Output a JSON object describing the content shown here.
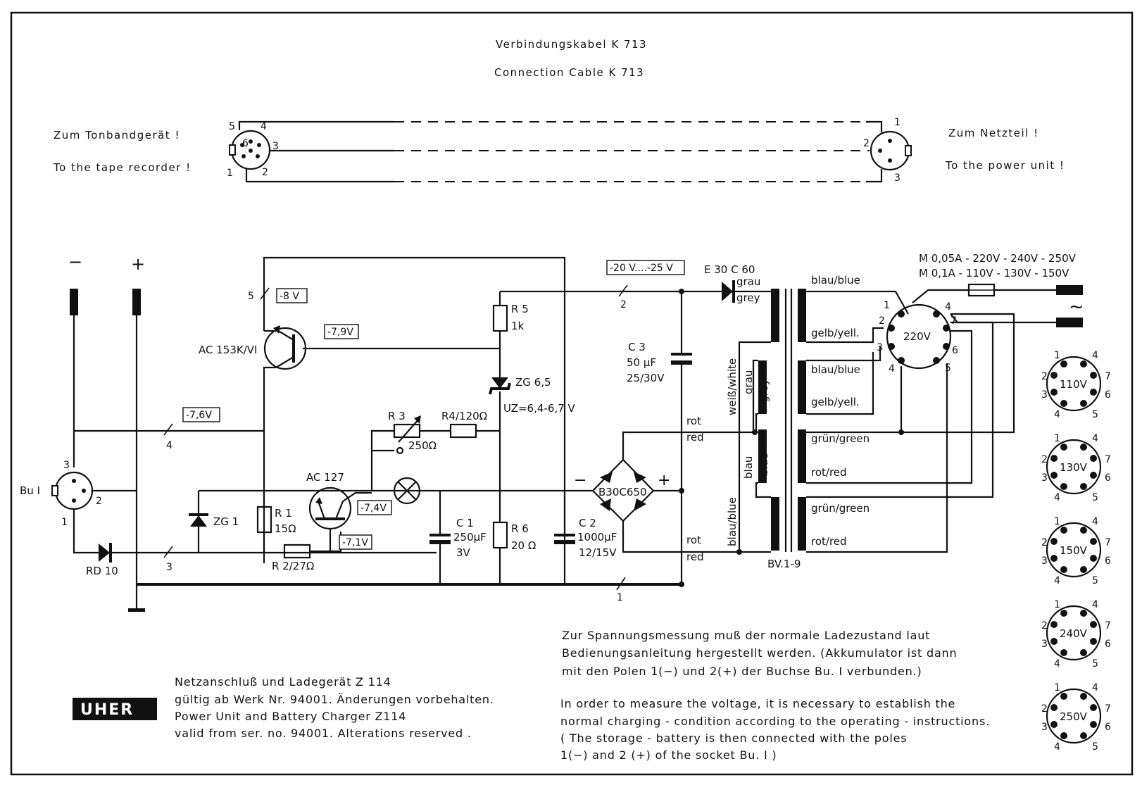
{
  "header": {
    "title_de": "Verbindungskabel  K 713",
    "title_en": "Connection Cable   K 713"
  },
  "cable": {
    "left_de": "Zum  Tonbandgerät !",
    "left_en": "To  the  tape  recorder !",
    "right_de": "Zum  Netzteil !",
    "right_en": "To  the  power  unit !",
    "left_pins": [
      "5",
      "4",
      "6",
      "3",
      "1",
      "2"
    ],
    "right_pins": [
      "1",
      "2",
      "3"
    ]
  },
  "rails": {
    "minus": "−",
    "plus": "+"
  },
  "components": {
    "bu1": "Bu I",
    "bu1_pins": [
      "3",
      "2",
      "1"
    ],
    "rd10": "RD 10",
    "zg1": "ZG 1",
    "r1": "R 1",
    "r1_val": "15Ω",
    "r2": "R 2/27Ω",
    "ac153": "AC 153K/VI",
    "ac127": "AC 127",
    "r3": "R 3",
    "r3_val": "250Ω",
    "r4": "R4/120Ω",
    "r5": "R 5",
    "r5_val": "1k",
    "zg65": "ZG 6,5",
    "uz": "UZ=6,4-6,7 V",
    "r6": "R 6",
    "r6_val": "20 Ω",
    "c1": "C 1",
    "c1_val": "250µF",
    "c1_v": "3V",
    "c2": "C 2",
    "c2_val": "1000µF",
    "c2_v": "12/15V",
    "c3": "C 3",
    "c3_val": "50 µF",
    "c3_v": "25/30V",
    "bridge": "B30C650",
    "bridge_minus": "−",
    "bridge_plus": "+",
    "e30": "E 30 C 60",
    "transformer": "BV.1-9",
    "node5": "5",
    "node4": "4",
    "node3": "3",
    "node2": "2",
    "node1": "1"
  },
  "voltages": {
    "v8": "-8 V",
    "v79": "-7,9V",
    "v76": "-7,6V",
    "v74": "-7,4V",
    "v71": "-7,1V",
    "v2025": "-20 V....-25 V"
  },
  "wires": {
    "grau": "grau",
    "grey": "grey",
    "blau_blue_top": "blau/blue",
    "gelb_yell_1": "gelb/yell.",
    "blau_blue_mid": "blau/blue",
    "gelb_yell_2": "gelb/yell.",
    "gruen_green_1": "grün/green",
    "rot_red_1": "rot/red",
    "gruen_green_2": "grün/green",
    "rot_red_2": "rot/red",
    "rot_1": "rot",
    "red_1": "red",
    "rot_2": "rot",
    "red_2": "red",
    "weiss_white": "weiß/white",
    "grau_v": "grau",
    "grey_v": "grey",
    "blau_v": "blau",
    "blue_v": "blue",
    "blau_blue_v": "blau/blue"
  },
  "fuse": {
    "line1": "M 0,05A - 220V - 240V - 250V",
    "line2": "M  0,1A  -  110V - 130V - 150V",
    "ac_symbol": "~"
  },
  "selector": {
    "main": "220V",
    "main_pins": [
      "1",
      "2",
      "3",
      "4",
      "4",
      "7",
      "6",
      "5"
    ],
    "variants": [
      {
        "label": "110V",
        "pins": [
          "1",
          "4",
          "2",
          "7",
          "3",
          "6",
          "4",
          "5"
        ]
      },
      {
        "label": "130V",
        "pins": [
          "1",
          "4",
          "2",
          "7",
          "3",
          "6",
          "4",
          "5"
        ]
      },
      {
        "label": "150V",
        "pins": [
          "1",
          "4",
          "2",
          "7",
          "3",
          "6",
          "4",
          "5"
        ]
      },
      {
        "label": "240V",
        "pins": [
          "1",
          "4",
          "2",
          "7",
          "3",
          "6",
          "4",
          "5"
        ]
      },
      {
        "label": "250V",
        "pins": [
          "1",
          "4",
          "2",
          "7",
          "3",
          "6",
          "4",
          "5"
        ]
      }
    ]
  },
  "footer": {
    "logo": "UHER",
    "line1": "Netzanschluß  und   Ladegerät  Z 114",
    "line2": "gültig  ab  Werk  Nr. 94001. Änderungen  vorbehalten.",
    "line3": "Power  Unit and  Battery  Charger  Z114",
    "line4": "valid  from   ser. no. 94001. Alterations  reserved .",
    "note_de_1": "Zur  Spannungsmessung  muß der  normale  Ladezustand  laut",
    "note_de_2": "Bedienungsanleitung  hergestellt werden. (Akkumulator  ist dann",
    "note_de_3": "mit  den  Polen  1(−)  und  2(+)  der Buchse  Bu. I  verbunden.)",
    "note_en_1": "In  order  to  measure  the  voltage, it is necessary  to establish  the",
    "note_en_2": "normal  charging - condition  according  to the  operating - instructions.",
    "note_en_3": "( The  storage - battery  is  then  connected  with  the  poles",
    "note_en_4": "1(−)  and  2 (+)  of  the  socket  Bu. I )"
  }
}
